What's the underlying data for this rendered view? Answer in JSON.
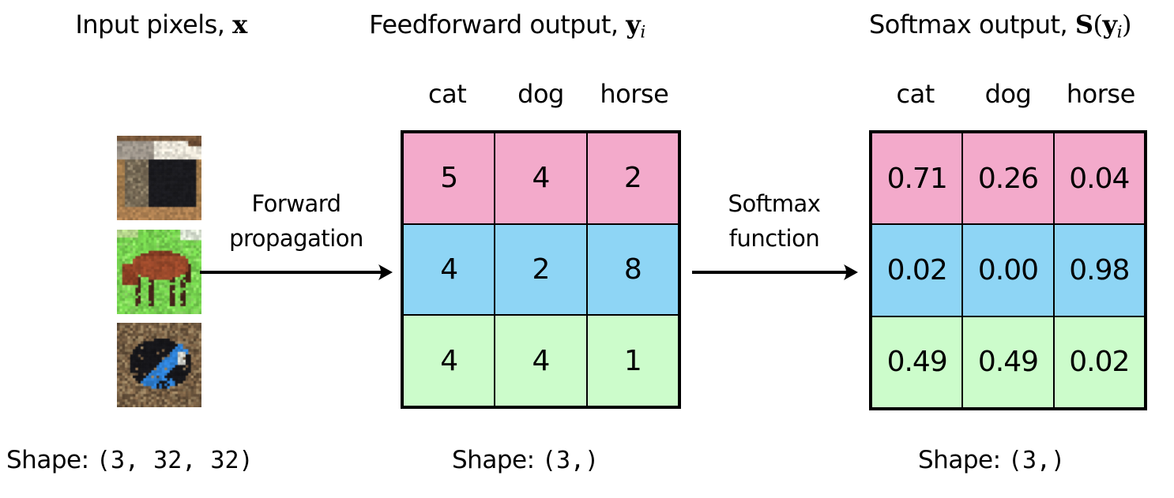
{
  "titles": {
    "input": {
      "text": "Input pixels,",
      "math_bold": "x"
    },
    "feedforward": {
      "text": "Feedforward output,",
      "math_bold": "y",
      "math_sub": "i"
    },
    "softmax": {
      "text": "Softmax output,",
      "math_bold": "S",
      "paren_open": "(",
      "math_bold_arg": "y",
      "math_sub": "i",
      "paren_close": ")"
    }
  },
  "col_headers": [
    "cat",
    "dog",
    "horse"
  ],
  "row_colors": [
    "#f3aacb",
    "#8ed5f5",
    "#ccfccb"
  ],
  "input_images": [
    {
      "name": "cat",
      "label": "pixelated cat photo"
    },
    {
      "name": "horse",
      "label": "pixelated horse photo"
    },
    {
      "name": "dog",
      "label": "pixelated dog photo"
    }
  ],
  "arrows": {
    "forward": {
      "line1": "Forward",
      "line2": "propagation"
    },
    "softmax": {
      "line1": "Softmax",
      "line2": "function"
    }
  },
  "feedforward_table": {
    "values": [
      [
        "5",
        "4",
        "2"
      ],
      [
        "4",
        "2",
        "8"
      ],
      [
        "4",
        "4",
        "1"
      ]
    ]
  },
  "softmax_table": {
    "values": [
      [
        "0.71",
        "0.26",
        "0.04"
      ],
      [
        "0.02",
        "0.00",
        "0.98"
      ],
      [
        "0.49",
        "0.49",
        "0.02"
      ]
    ]
  },
  "shapes": {
    "label": "Shape:",
    "input_value": "(3, 32, 32)",
    "feedforward_value": "(3,)",
    "softmax_value": "(3,)"
  }
}
